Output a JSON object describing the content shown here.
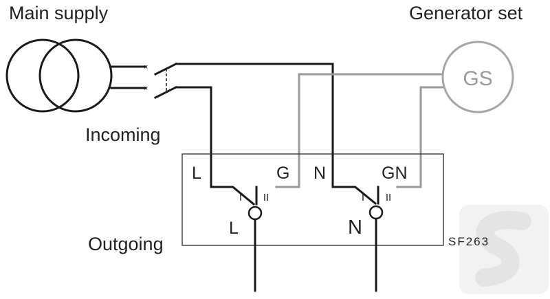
{
  "labels": {
    "main_supply": "Main supply",
    "generator_set": "Generator set",
    "generator_symbol": "GS",
    "incoming": "Incoming",
    "outgoing": "Outgoing",
    "terminal_l": "L",
    "terminal_g": "G",
    "terminal_n": "N",
    "terminal_gn": "GN",
    "switch_pos_1_left": "I",
    "switch_pos_2_left": "II",
    "switch_pos_1_right": "I",
    "switch_pos_2_right": "II",
    "output_l": "L",
    "output_n": "N",
    "model": "SF263"
  },
  "colors": {
    "mains_wire": "#1a1a1a",
    "generator_wire": "#9a9a9a",
    "watermark": "#eeeeee"
  },
  "icons": {
    "transformer": "transformer-icon",
    "generator": "generator-icon",
    "watermark": "watermark-s-logo"
  }
}
